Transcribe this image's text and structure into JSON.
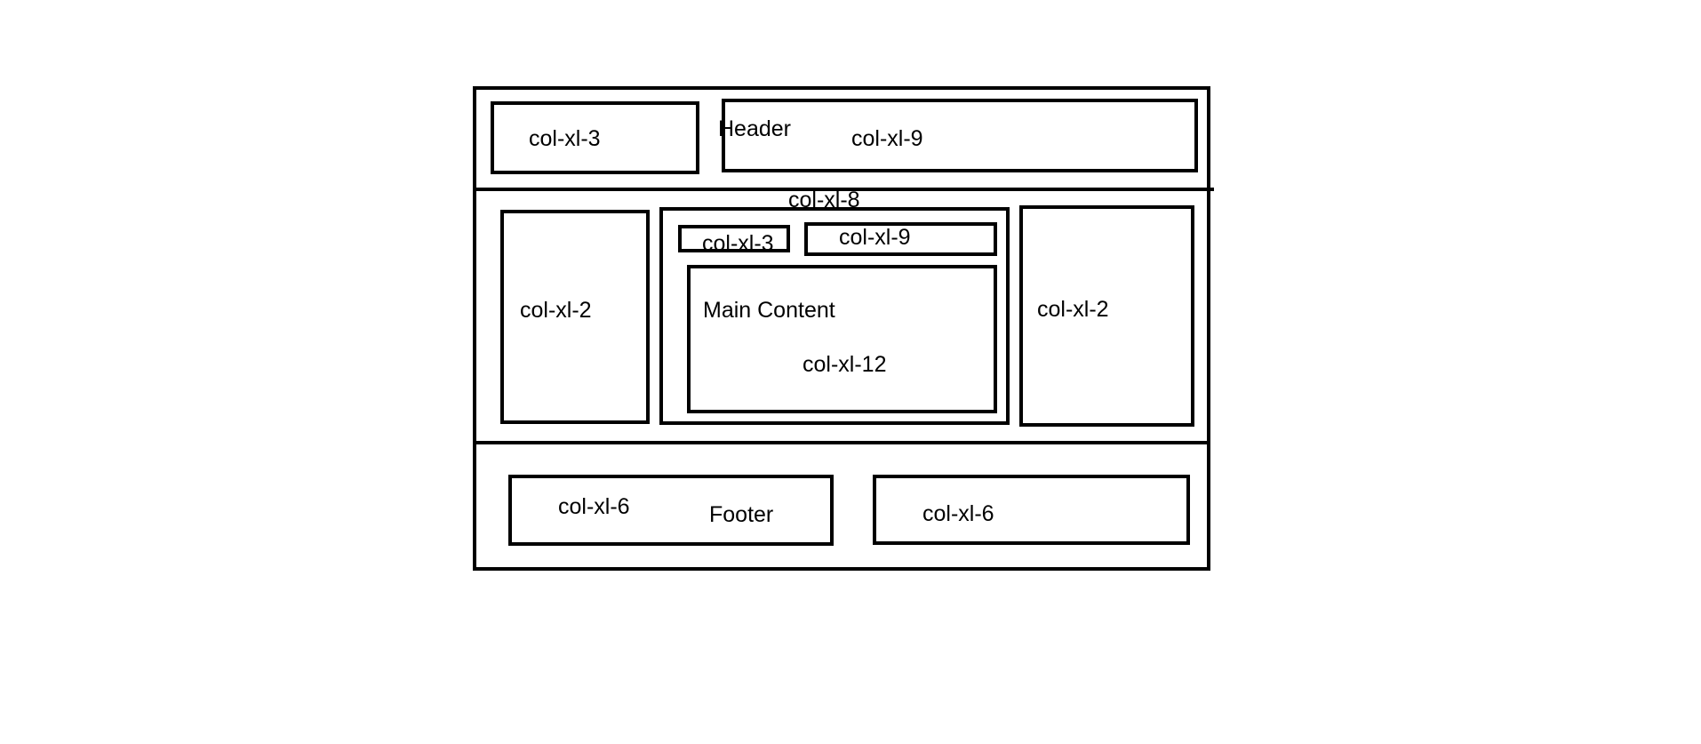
{
  "header": {
    "title": "Header",
    "left_col": "col-xl-3",
    "right_col": "col-xl-9"
  },
  "main": {
    "left_sidebar": "col-xl-2",
    "center_col": "col-xl-8",
    "center_top_left": "col-xl-3",
    "center_top_right": "col-xl-9",
    "content_title": "Main Content",
    "content_col": "col-xl-12",
    "right_sidebar": "col-xl-2"
  },
  "footer": {
    "title": "Footer",
    "left_col": "col-xl-6",
    "right_col": "col-xl-6"
  }
}
